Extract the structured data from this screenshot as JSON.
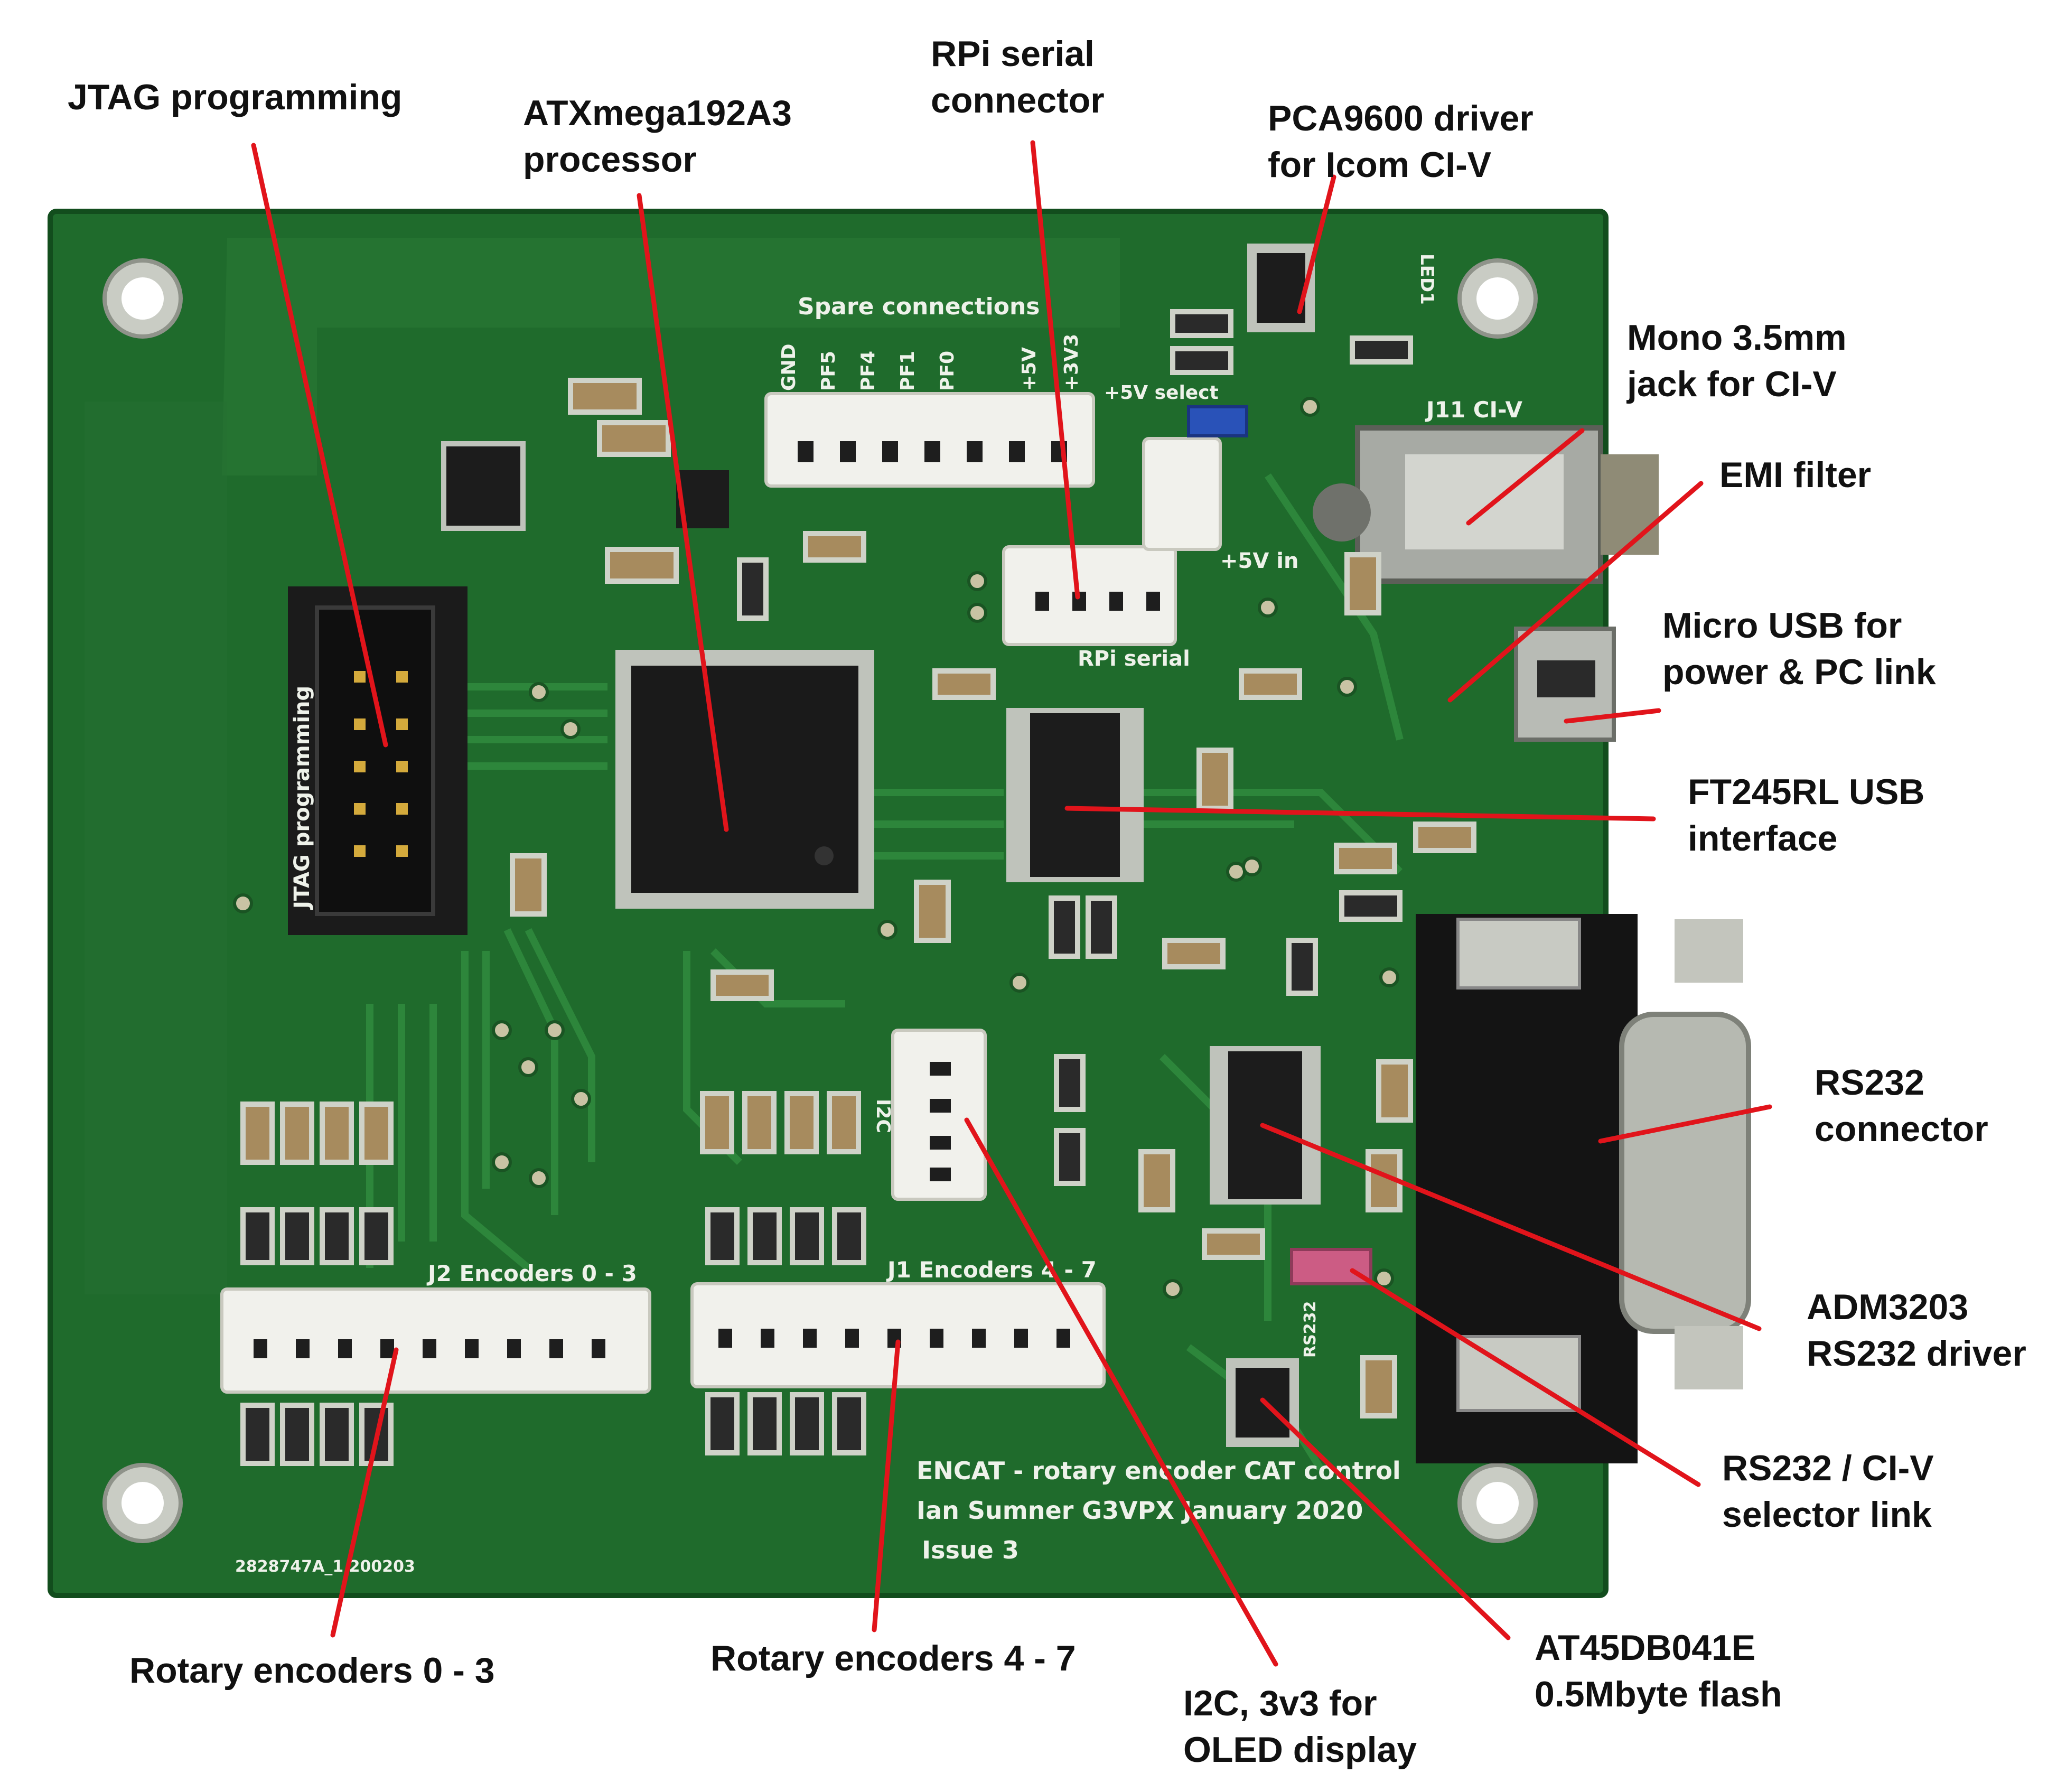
{
  "photo": {
    "board_silkscreen": {
      "spare_connections": "Spare connections",
      "spare_pins": [
        "GND",
        "PF5",
        "PF4",
        "PF1",
        "PF0",
        "+5V",
        "+3V3"
      ],
      "jtag": "JTAG programming",
      "rpi_serial": "RPi serial",
      "plus5v_select": "+5V select",
      "plus5v_in": "+5V in",
      "j11": "J11  CI-V",
      "led1": "LED1",
      "encoders_0_3": "J2 Encoders 0 - 3",
      "encoders_4_7": "J1  Encoders 4 - 7",
      "i2c": "I2C",
      "rs232": "RS232",
      "footer_1": "ENCAT  -  rotary encoder CAT control",
      "footer_2": "Ian Sumner     G3VPX     January 2020",
      "footer_3": "Issue 3",
      "fab_code": "2828747A_1  200203"
    },
    "colors": {
      "pcb": "#1f6b2c",
      "pcb_dark": "#185a24",
      "leader": "#e1141b"
    }
  },
  "labels": {
    "jtag": "JTAG programming",
    "processor": "ATXmega192A3\nprocessor",
    "rpi_serial": "RPi serial\nconnector",
    "pca9600": "PCA9600 driver\nfor Icom CI-V",
    "mono_jack": "Mono 3.5mm\njack for CI-V",
    "emi_filter": "EMI filter",
    "micro_usb": "Micro USB for\npower & PC link",
    "ft245": "FT245RL USB\ninterface",
    "rs232_connector": "RS232\nconnector",
    "adm3203": "ADM3203\nRS232 driver",
    "selector_link": "RS232 / CI-V\nselector link",
    "flash": "AT45DB041E\n0.5Mbyte flash",
    "oled": "I2C, 3v3 for\nOLED display",
    "encoders_4_7": "Rotary encoders 4 - 7",
    "encoders_0_3": "Rotary encoders 0 - 3"
  }
}
